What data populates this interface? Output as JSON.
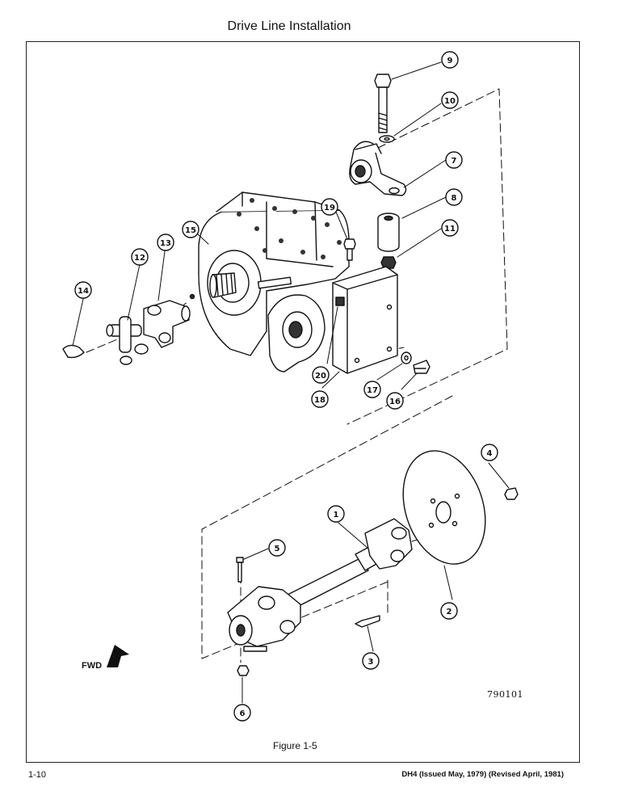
{
  "page": {
    "title": "Drive Line Installation",
    "figure_caption": "Figure 1-5",
    "page_number": "1-10",
    "revision_note": "DH4 (Issued May, 1979) (Revised April, 1981)",
    "drawing_number": "790101",
    "fwd_label": "FWD"
  },
  "callouts": [
    "1",
    "2",
    "3",
    "4",
    "5",
    "6",
    "7",
    "8",
    "9",
    "10",
    "11",
    "12",
    "13",
    "14",
    "15",
    "16",
    "17",
    "18",
    "19",
    "20"
  ]
}
